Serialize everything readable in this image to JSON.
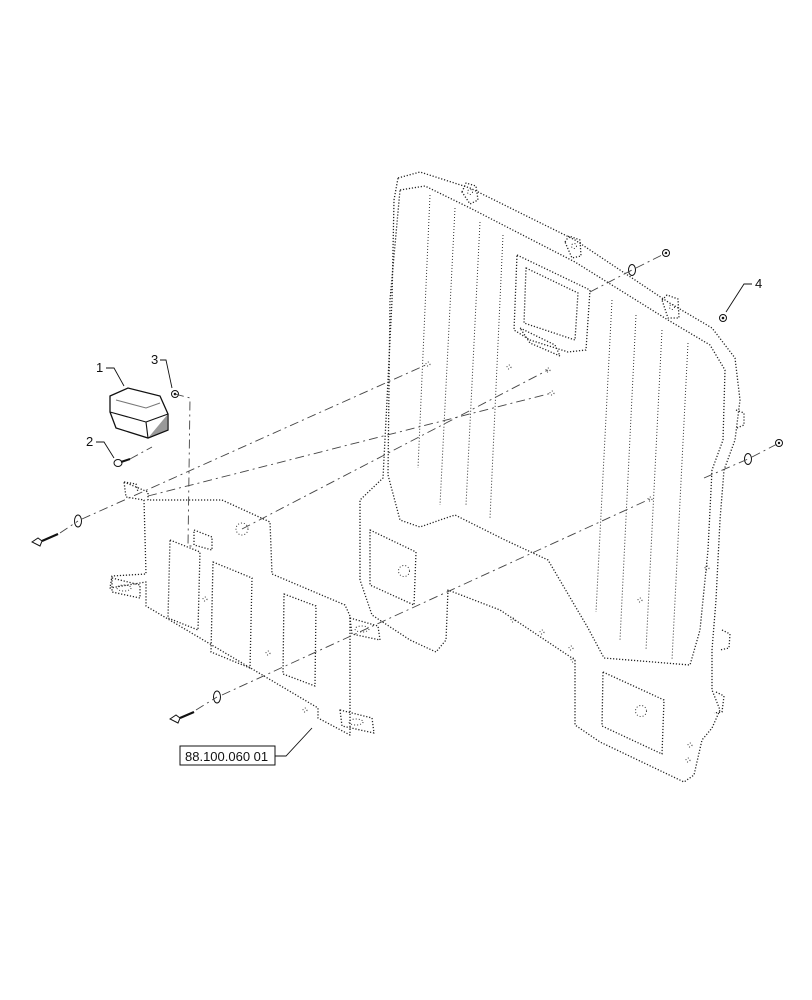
{
  "diagram": {
    "callouts": [
      {
        "id": "callout-1",
        "label": "1"
      },
      {
        "id": "callout-2",
        "label": "2"
      },
      {
        "id": "callout-3",
        "label": "3"
      },
      {
        "id": "callout-4",
        "label": "4"
      }
    ],
    "reference_box": {
      "label": "88.100.060 01"
    }
  }
}
